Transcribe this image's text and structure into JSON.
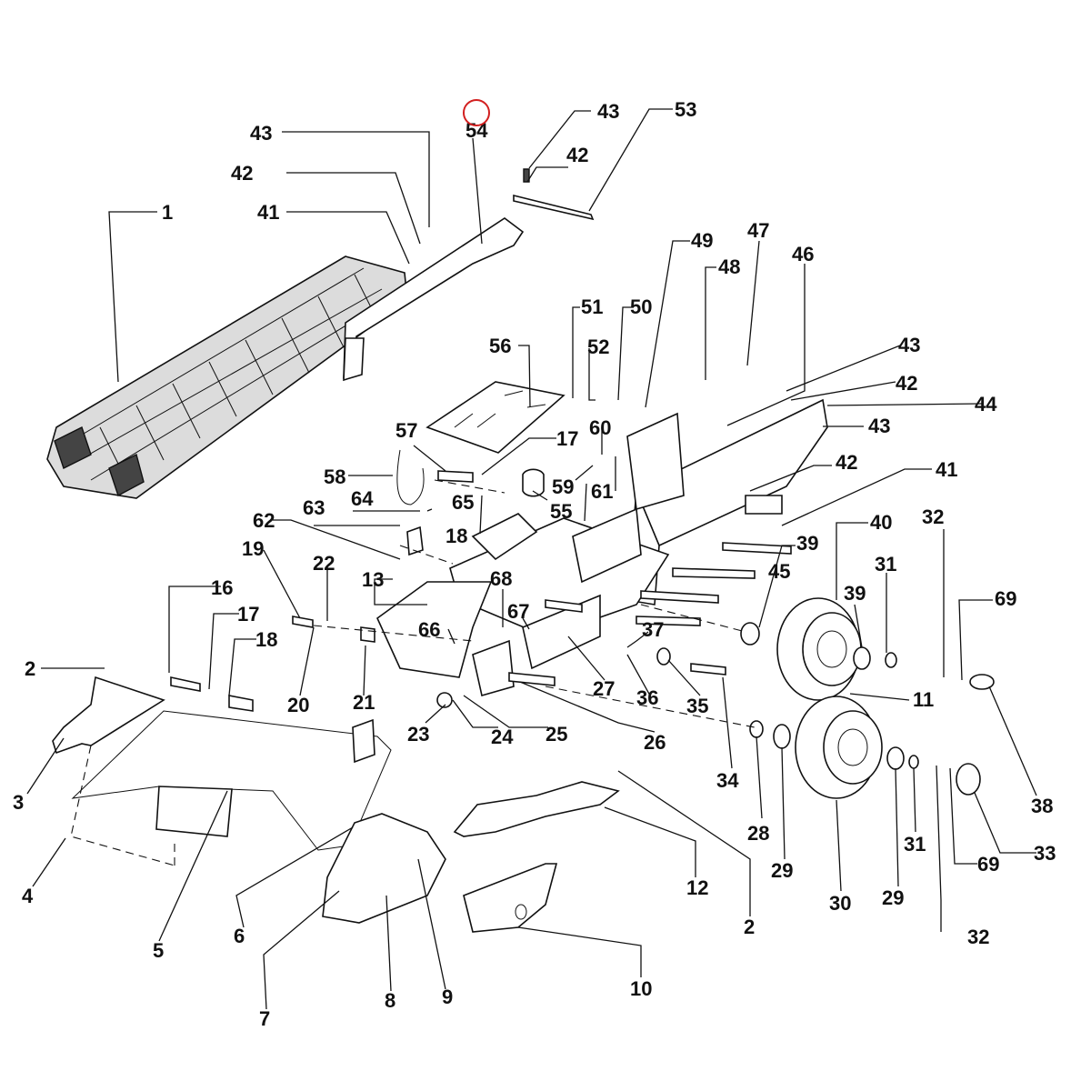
{
  "diagram": {
    "type": "exploded-parts-diagram",
    "line_color": "#111111",
    "marker_color": "#d21f1f",
    "callouts": [
      {
        "id": "c1",
        "text": "1"
      },
      {
        "id": "c2a",
        "text": "2"
      },
      {
        "id": "c2b",
        "text": "2"
      },
      {
        "id": "c3",
        "text": "3"
      },
      {
        "id": "c4",
        "text": "4"
      },
      {
        "id": "c5",
        "text": "5"
      },
      {
        "id": "c6",
        "text": "6"
      },
      {
        "id": "c7",
        "text": "7"
      },
      {
        "id": "c8",
        "text": "8"
      },
      {
        "id": "c9",
        "text": "9"
      },
      {
        "id": "c10",
        "text": "10"
      },
      {
        "id": "c11",
        "text": "11"
      },
      {
        "id": "c12",
        "text": "12"
      },
      {
        "id": "c13",
        "text": "13"
      },
      {
        "id": "c16",
        "text": "16"
      },
      {
        "id": "c17a",
        "text": "17"
      },
      {
        "id": "c17b",
        "text": "17"
      },
      {
        "id": "c18a",
        "text": "18"
      },
      {
        "id": "c18b",
        "text": "18"
      },
      {
        "id": "c19",
        "text": "19"
      },
      {
        "id": "c20",
        "text": "20"
      },
      {
        "id": "c21",
        "text": "21"
      },
      {
        "id": "c22",
        "text": "22"
      },
      {
        "id": "c23",
        "text": "23"
      },
      {
        "id": "c24",
        "text": "24"
      },
      {
        "id": "c25",
        "text": "25"
      },
      {
        "id": "c26",
        "text": "26"
      },
      {
        "id": "c27",
        "text": "27"
      },
      {
        "id": "c28",
        "text": "28"
      },
      {
        "id": "c29a",
        "text": "29"
      },
      {
        "id": "c29b",
        "text": "29"
      },
      {
        "id": "c30",
        "text": "30"
      },
      {
        "id": "c31a",
        "text": "31"
      },
      {
        "id": "c31b",
        "text": "31"
      },
      {
        "id": "c32a",
        "text": "32"
      },
      {
        "id": "c32b",
        "text": "32"
      },
      {
        "id": "c33",
        "text": "33"
      },
      {
        "id": "c34",
        "text": "34"
      },
      {
        "id": "c35",
        "text": "35"
      },
      {
        "id": "c36",
        "text": "36"
      },
      {
        "id": "c37",
        "text": "37"
      },
      {
        "id": "c38",
        "text": "38"
      },
      {
        "id": "c39a",
        "text": "39"
      },
      {
        "id": "c39b",
        "text": "39"
      },
      {
        "id": "c40",
        "text": "40"
      },
      {
        "id": "c41a",
        "text": "41"
      },
      {
        "id": "c41b",
        "text": "41"
      },
      {
        "id": "c42a",
        "text": "42"
      },
      {
        "id": "c42b",
        "text": "42"
      },
      {
        "id": "c42c",
        "text": "42"
      },
      {
        "id": "c42d",
        "text": "42"
      },
      {
        "id": "c43a",
        "text": "43"
      },
      {
        "id": "c43b",
        "text": "43"
      },
      {
        "id": "c43c",
        "text": "43"
      },
      {
        "id": "c43d",
        "text": "43"
      },
      {
        "id": "c44",
        "text": "44"
      },
      {
        "id": "c45",
        "text": "45"
      },
      {
        "id": "c46",
        "text": "46"
      },
      {
        "id": "c47",
        "text": "47"
      },
      {
        "id": "c48",
        "text": "48"
      },
      {
        "id": "c49",
        "text": "49"
      },
      {
        "id": "c50",
        "text": "50"
      },
      {
        "id": "c51",
        "text": "51"
      },
      {
        "id": "c52",
        "text": "52"
      },
      {
        "id": "c53",
        "text": "53"
      },
      {
        "id": "c54",
        "text": "54"
      },
      {
        "id": "c55",
        "text": "55"
      },
      {
        "id": "c56",
        "text": "56"
      },
      {
        "id": "c57",
        "text": "57"
      },
      {
        "id": "c58",
        "text": "58"
      },
      {
        "id": "c59",
        "text": "59"
      },
      {
        "id": "c60",
        "text": "60"
      },
      {
        "id": "c61",
        "text": "61"
      },
      {
        "id": "c62",
        "text": "62"
      },
      {
        "id": "c63",
        "text": "63"
      },
      {
        "id": "c64",
        "text": "64"
      },
      {
        "id": "c65",
        "text": "65"
      },
      {
        "id": "c66",
        "text": "66"
      },
      {
        "id": "c67",
        "text": "67"
      },
      {
        "id": "c68",
        "text": "68"
      },
      {
        "id": "c69a",
        "text": "69"
      },
      {
        "id": "c69b",
        "text": "69"
      }
    ]
  }
}
